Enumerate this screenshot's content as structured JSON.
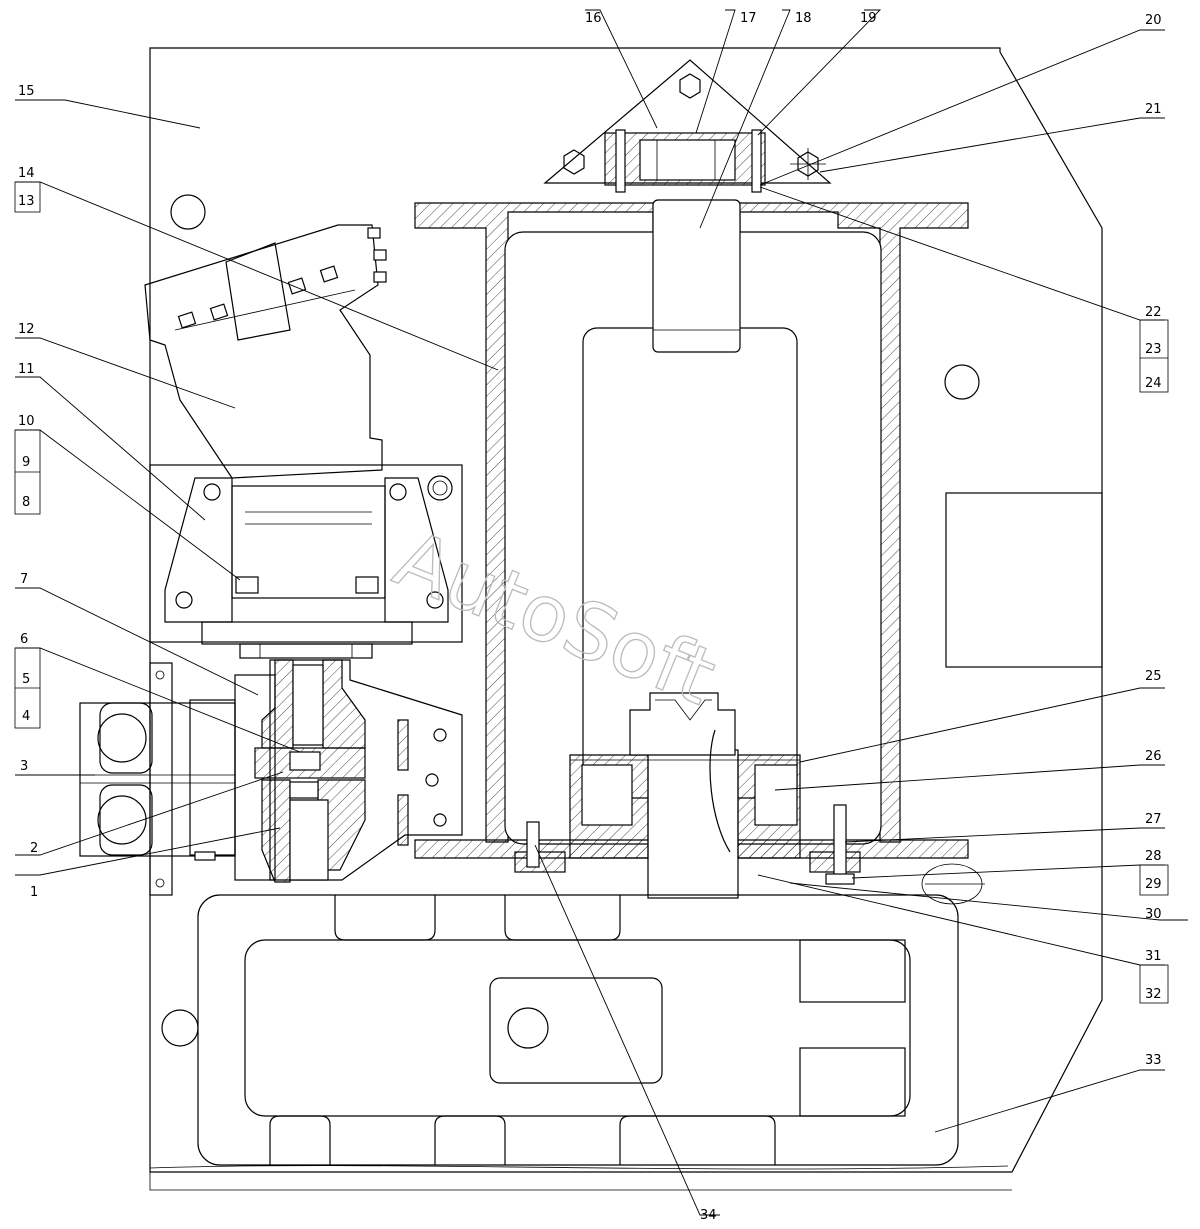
{
  "watermark": "AutoSoft",
  "callouts": [
    {
      "id": "1",
      "text": "1"
    },
    {
      "id": "2",
      "text": "2"
    },
    {
      "id": "3",
      "text": "3"
    },
    {
      "id": "4",
      "text": "4"
    },
    {
      "id": "5",
      "text": "5"
    },
    {
      "id": "6",
      "text": "6"
    },
    {
      "id": "7",
      "text": "7"
    },
    {
      "id": "8",
      "text": "8"
    },
    {
      "id": "9",
      "text": "9"
    },
    {
      "id": "10",
      "text": "10"
    },
    {
      "id": "11",
      "text": "11"
    },
    {
      "id": "12",
      "text": "12"
    },
    {
      "id": "13",
      "text": "13"
    },
    {
      "id": "14",
      "text": "14"
    },
    {
      "id": "15",
      "text": "15"
    },
    {
      "id": "16",
      "text": "16"
    },
    {
      "id": "17",
      "text": "17"
    },
    {
      "id": "18",
      "text": "18"
    },
    {
      "id": "19",
      "text": "19"
    },
    {
      "id": "20",
      "text": "20"
    },
    {
      "id": "21",
      "text": "21"
    },
    {
      "id": "22",
      "text": "22"
    },
    {
      "id": "23",
      "text": "23"
    },
    {
      "id": "24",
      "text": "24"
    },
    {
      "id": "25",
      "text": "25"
    },
    {
      "id": "26",
      "text": "26"
    },
    {
      "id": "27",
      "text": "27"
    },
    {
      "id": "28",
      "text": "28"
    },
    {
      "id": "29",
      "text": "29"
    },
    {
      "id": "30",
      "text": "30"
    },
    {
      "id": "31",
      "text": "31"
    },
    {
      "id": "32",
      "text": "32"
    },
    {
      "id": "33",
      "text": "33"
    },
    {
      "id": "34",
      "text": "34"
    }
  ]
}
